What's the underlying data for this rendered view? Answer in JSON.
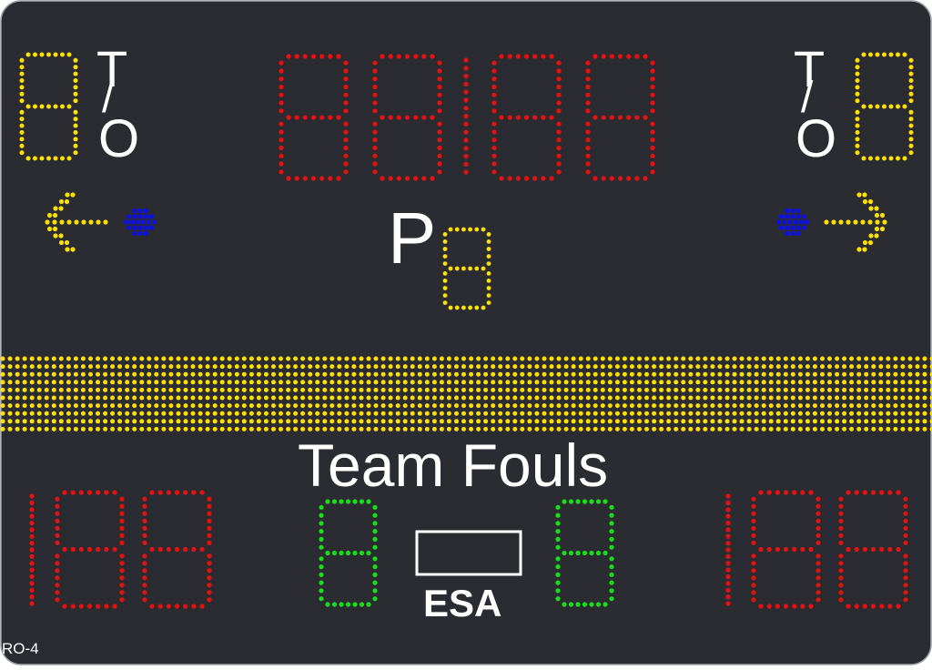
{
  "scoreboard": {
    "clock_digits": [
      "8",
      "8",
      "8",
      "8"
    ],
    "period_label": "P",
    "period_digit": "8",
    "timeout_label_top": "T",
    "timeout_label_slash": "/",
    "timeout_label_bottom": "O",
    "home_timeouts_digit": "8",
    "guest_timeouts_digit": "8",
    "team_fouls_label": "Team Fouls",
    "home_score_digits": [
      "1",
      "8",
      "8"
    ],
    "guest_score_digits": [
      "1",
      "8",
      "8"
    ],
    "home_fouls_digit": "8",
    "guest_fouls_digit": "8",
    "brand": "ESA",
    "model": "RO-4"
  },
  "colors": {
    "panel": "#2a2c32",
    "clock": "#e81010",
    "yellow": "#ffe000",
    "green": "#18e018",
    "blue": "#1010e0",
    "text": "#ffffff"
  }
}
